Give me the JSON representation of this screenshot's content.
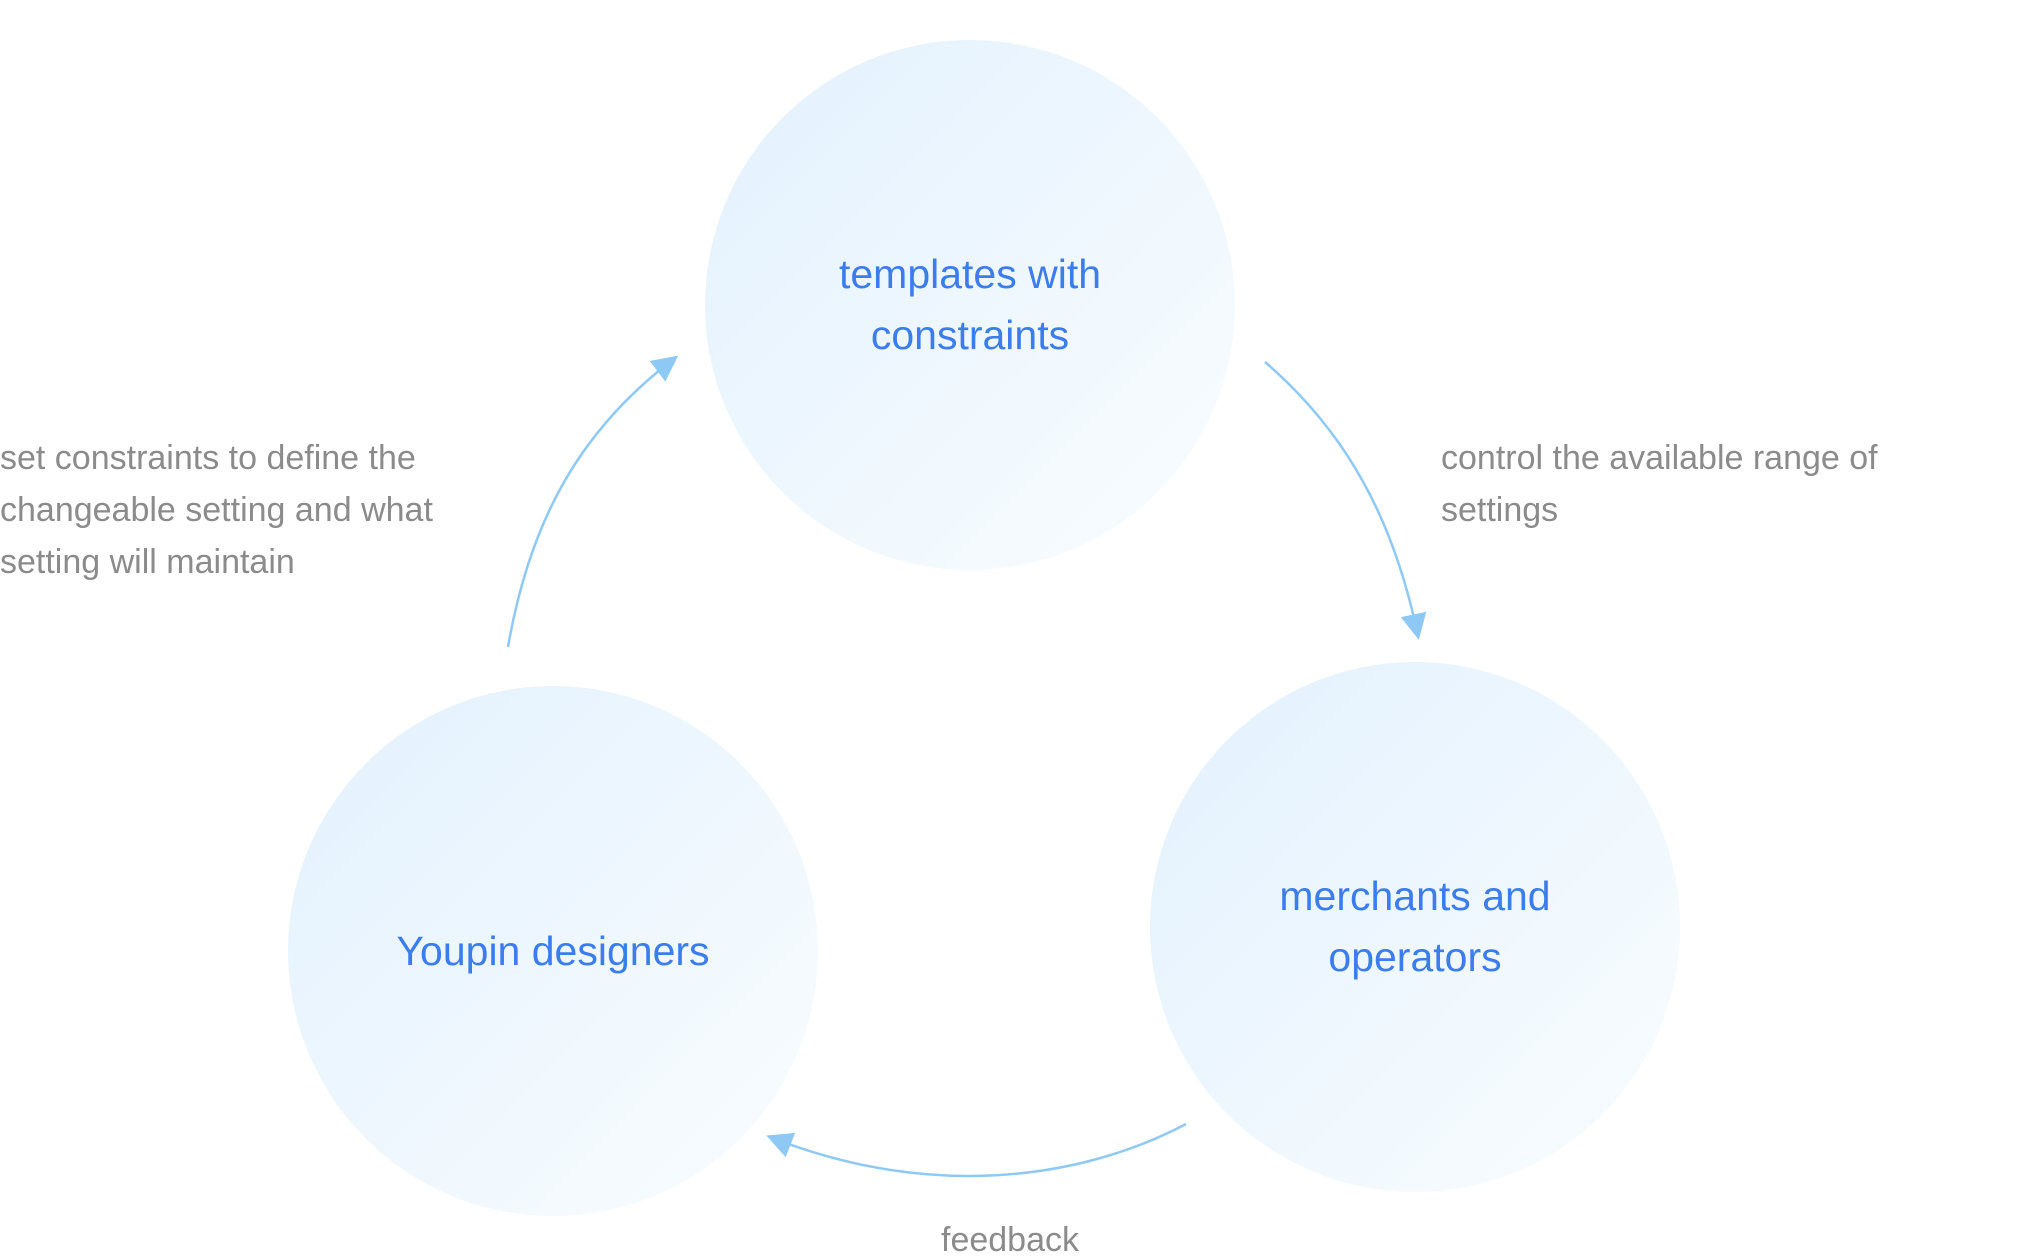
{
  "nodes": {
    "top": {
      "label": "templates with constraints"
    },
    "right": {
      "label": "merchants and operators"
    },
    "left": {
      "label": "Youpin designers"
    }
  },
  "edges": {
    "left_to_top": {
      "label": "set constraints to define the changeable setting and what setting will maintain"
    },
    "top_to_right": {
      "label": "control the available range of settings"
    },
    "right_to_left": {
      "label": "feedback"
    }
  },
  "colors": {
    "node_text": "#3b7ded",
    "edge_text": "#8b8b8b",
    "arrow": "#8ec9f5",
    "node_fill_start": "#e2f1fd",
    "node_fill_end": "#fafdff"
  }
}
